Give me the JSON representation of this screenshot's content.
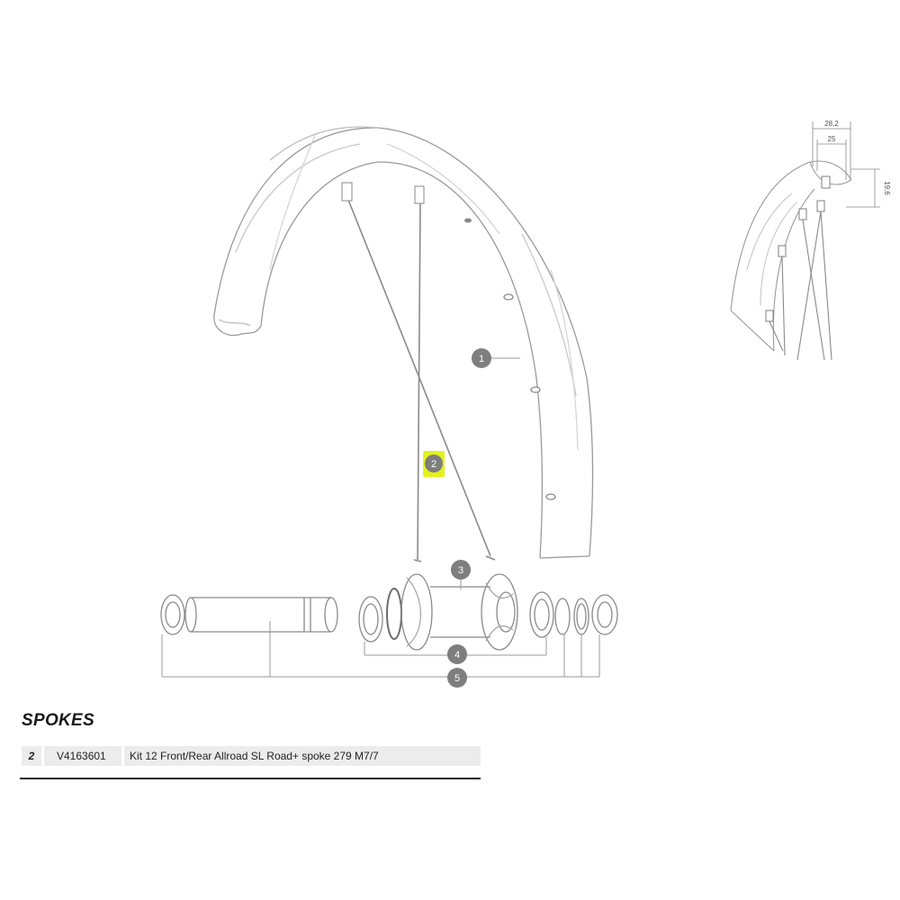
{
  "callouts": [
    {
      "id": "rim",
      "label": "1"
    },
    {
      "id": "spoke",
      "label": "2",
      "highlight_color": "#e4f21c"
    },
    {
      "id": "hub-body",
      "label": "3"
    },
    {
      "id": "bearings",
      "label": "4"
    },
    {
      "id": "axle-kit",
      "label": "5"
    }
  ],
  "dimensions": {
    "outer_width": "28,2",
    "inner_width": "25",
    "rim_height": "19,6"
  },
  "section": {
    "title": "SPOKES"
  },
  "parts": [
    {
      "num": "2",
      "code": "V4163601",
      "description": "Kit 12 Front/Rear Allroad SL Road+ spoke 279 M7/7"
    }
  ],
  "colors": {
    "line": "#8a8a8a",
    "callout_fill": "#7e7e7e",
    "highlight": "#e4f21c",
    "table_bg": "#ececec"
  }
}
